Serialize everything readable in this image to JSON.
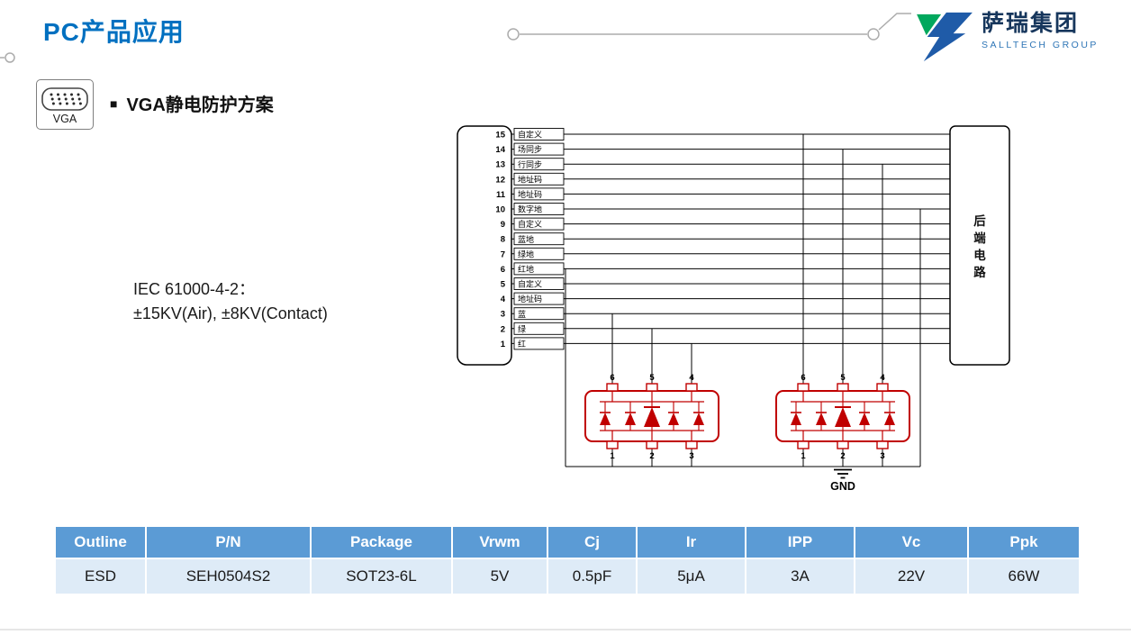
{
  "header": {
    "title": "PC产品应用",
    "logo": {
      "name": "萨瑞集团",
      "subtitle": "SALLTECH GROUP"
    }
  },
  "section": {
    "icon_label": "VGA",
    "bullet": "■",
    "title": "VGA静电防护方案"
  },
  "spec": {
    "line1": "IEC 61000-4-2：",
    "line2": "±15KV(Air), ±8KV(Contact)"
  },
  "diagram": {
    "connector_pins": [
      {
        "num": "15",
        "label": "自定义"
      },
      {
        "num": "14",
        "label": "场同步"
      },
      {
        "num": "13",
        "label": "行同步"
      },
      {
        "num": "12",
        "label": "地址码"
      },
      {
        "num": "11",
        "label": "地址码"
      },
      {
        "num": "10",
        "label": "数字地"
      },
      {
        "num": "9",
        "label": "自定义"
      },
      {
        "num": "8",
        "label": "蓝地"
      },
      {
        "num": "7",
        "label": "绿地"
      },
      {
        "num": "6",
        "label": "红地"
      },
      {
        "num": "5",
        "label": "自定义"
      },
      {
        "num": "4",
        "label": "地址码"
      },
      {
        "num": "3",
        "label": "蓝"
      },
      {
        "num": "2",
        "label": "绿"
      },
      {
        "num": "1",
        "label": "红"
      }
    ],
    "right_box": "后端电路",
    "gnd": "GND",
    "device_top_pins": [
      "6",
      "5",
      "4"
    ],
    "device_bottom_pins": [
      "1",
      "2",
      "3"
    ]
  },
  "table": {
    "headers": [
      "Outline",
      "P/N",
      "Package",
      "Vrwm",
      "Cj",
      "Ir",
      "IPP",
      "Vc",
      "Ppk"
    ],
    "rows": [
      [
        "ESD",
        "SEH0504S2",
        "SOT23-6L",
        "5V",
        "0.5pF",
        "5μA",
        "3A",
        "22V",
        "66W"
      ]
    ]
  },
  "colors": {
    "accent_blue": "#0070C0",
    "table_header_bg": "#5B9BD5",
    "table_row_bg": "#DEEBF7",
    "device_red": "#C00000",
    "logo_blue": "#1F5BA8",
    "logo_green": "#00A85D",
    "decor_gray": "#ACACAC"
  }
}
